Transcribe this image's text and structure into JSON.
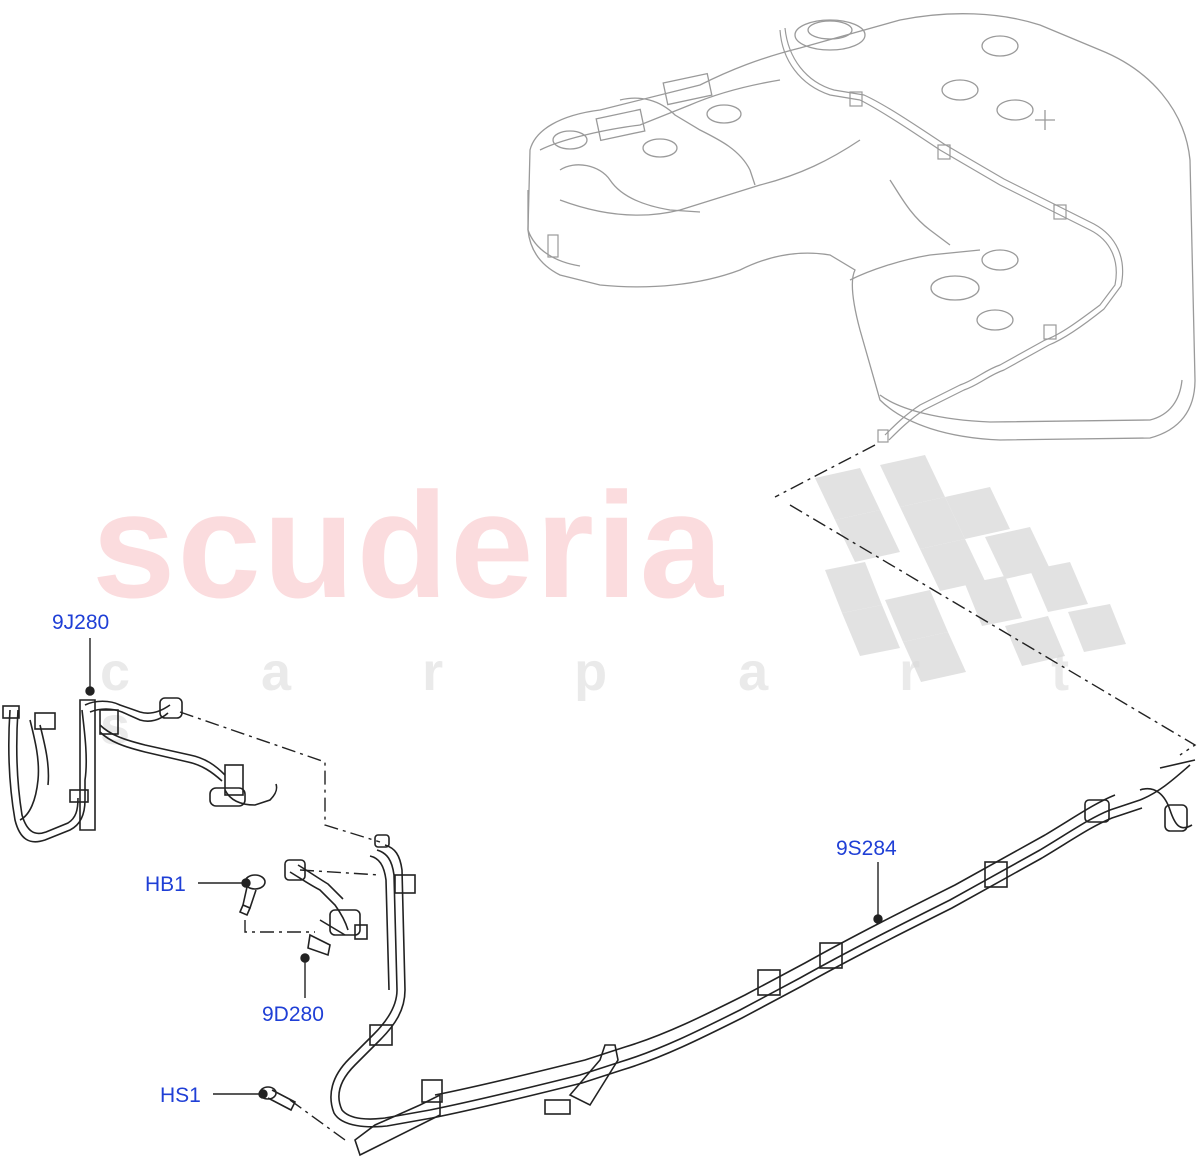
{
  "watermark": {
    "brand": "scuderia",
    "tagline": "c a r p a r t s",
    "brand_color": "#eb5f69",
    "check_color": "#cccccc"
  },
  "colors": {
    "callout_text": "#1f3fd6",
    "line_dark": "#222222",
    "line_light": "#9a9a9a"
  },
  "callouts": {
    "part_9J280": "9J280",
    "part_HB1": "HB1",
    "part_9D280": "9D280",
    "part_HS1": "HS1",
    "part_9S284": "9S284"
  }
}
